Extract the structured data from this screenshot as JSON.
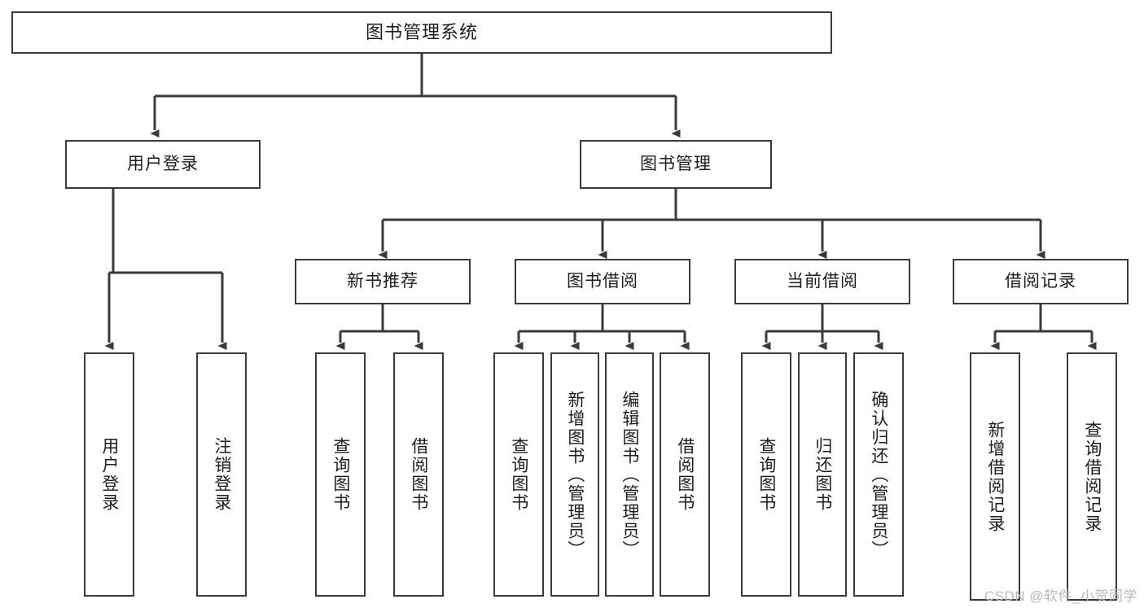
{
  "diagram": {
    "type": "tree",
    "title": "图书管理系统",
    "root": {
      "label": "图书管理系统"
    },
    "level2": [
      {
        "id": "user-login",
        "label": "用户登录"
      },
      {
        "id": "book-management",
        "label": "图书管理"
      }
    ],
    "level3": [
      {
        "id": "new-book-recommend",
        "label": "新书推荐"
      },
      {
        "id": "book-borrow",
        "label": "图书借阅"
      },
      {
        "id": "current-borrow",
        "label": "当前借阅"
      },
      {
        "id": "borrow-record",
        "label": "借阅记录"
      }
    ],
    "leaves": {
      "user_login": [
        {
          "id": "leaf-user-login",
          "label": "用户登录"
        },
        {
          "id": "leaf-user-logout",
          "label": "注销登录"
        }
      ],
      "new_book_recommend": [
        {
          "id": "leaf-query-book-1",
          "label": "查询图书"
        },
        {
          "id": "leaf-borrow-book-1",
          "label": "借阅图书"
        }
      ],
      "book_borrow": [
        {
          "id": "leaf-query-book-2",
          "label": "查询图书"
        },
        {
          "id": "leaf-add-book",
          "label": "新增图书（管理员）"
        },
        {
          "id": "leaf-edit-book",
          "label": "编辑图书（管理员）"
        },
        {
          "id": "leaf-borrow-book-2",
          "label": "借阅图书"
        }
      ],
      "current_borrow": [
        {
          "id": "leaf-query-book-3",
          "label": "查询图书"
        },
        {
          "id": "leaf-return-book",
          "label": "归还图书"
        },
        {
          "id": "leaf-confirm-return",
          "label": "确认归还（管理员）"
        }
      ],
      "borrow_record": [
        {
          "id": "leaf-add-record",
          "label": "新增借阅记录"
        },
        {
          "id": "leaf-query-record",
          "label": "查询借阅记录"
        }
      ]
    },
    "colors": {
      "stroke": "#3a3a3a",
      "fill": "#ffffff",
      "text": "#1d1d1d",
      "watermark": "#b9b9b9"
    }
  },
  "watermark": {
    "text": "CSDN @软件_小贺同学"
  }
}
